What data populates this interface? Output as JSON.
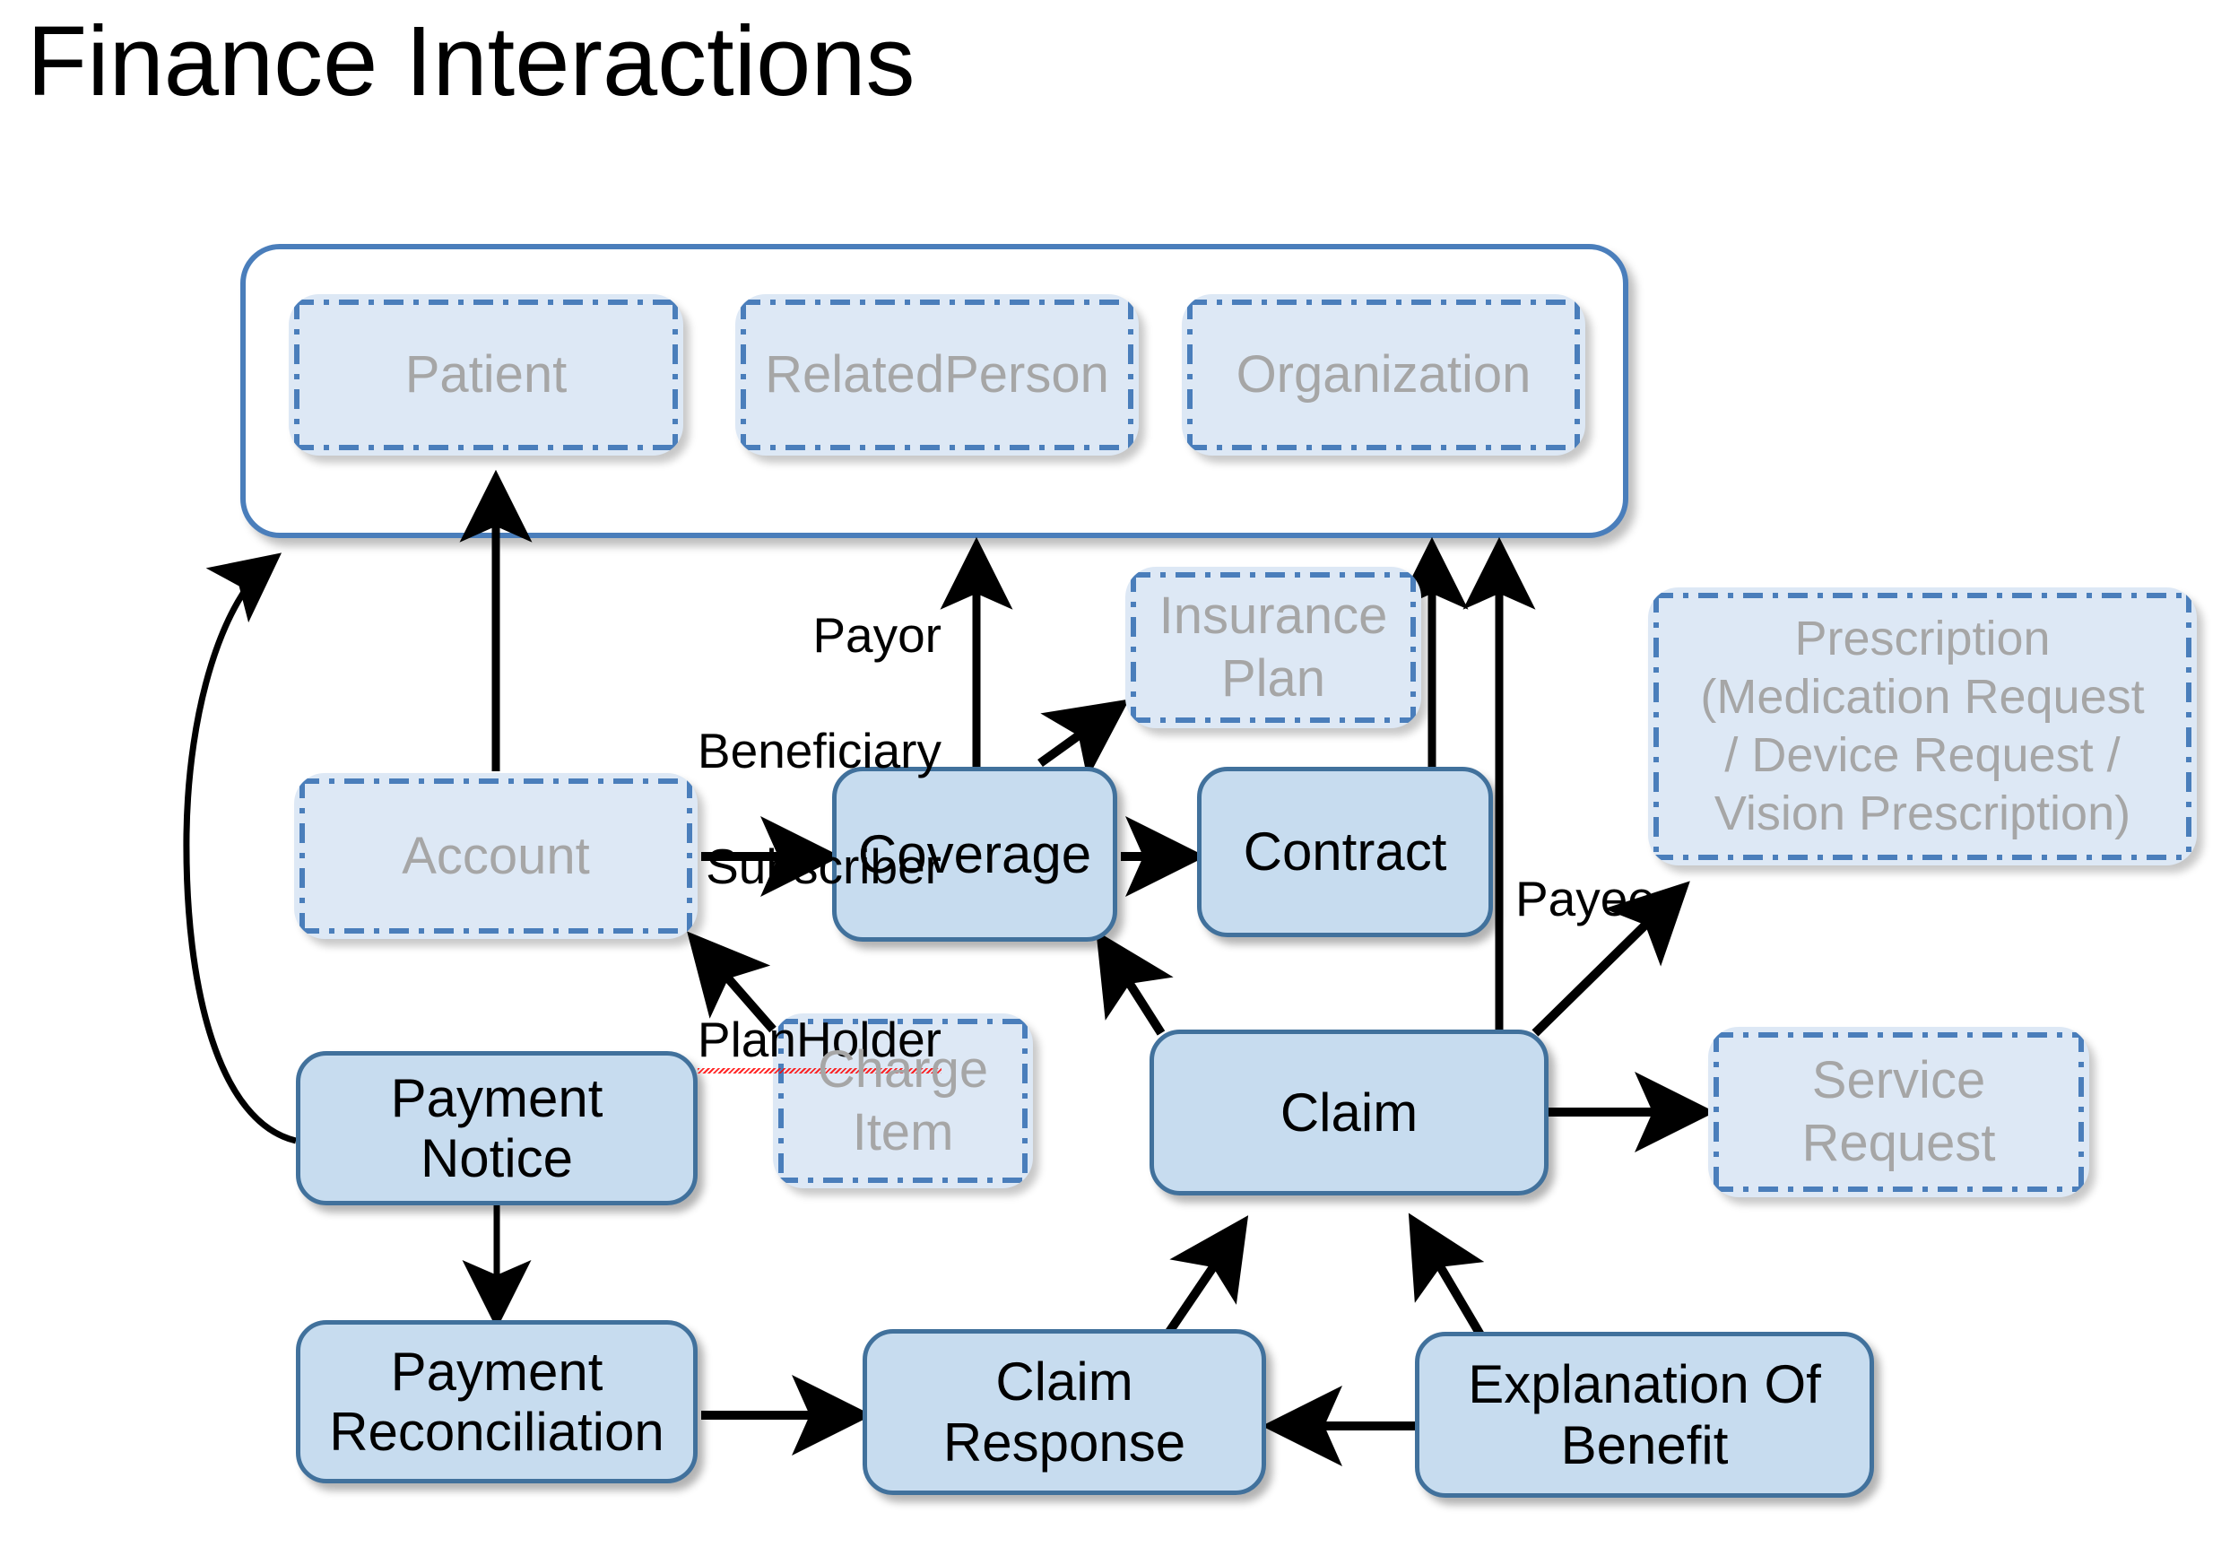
{
  "title": "Finance Interactions",
  "colors": {
    "solid_fill": "#c7dcef",
    "ghost_fill": "#dde8f5",
    "border_blue": "#41719c",
    "ghost_border_blue": "#4a7ebb",
    "ghost_text": "#a6a6a6",
    "solid_text": "#000000",
    "arrow": "#000000",
    "background": "#ffffff"
  },
  "actor_group": {
    "members": [
      {
        "id": "patient",
        "label": "Patient"
      },
      {
        "id": "relatedperson",
        "label": "RelatedPerson"
      },
      {
        "id": "organization",
        "label": "Organization"
      }
    ]
  },
  "nodes": {
    "account": {
      "label": "Account",
      "style": "ghost"
    },
    "coverage": {
      "label": "Coverage",
      "style": "solid"
    },
    "contract": {
      "label": "Contract",
      "style": "solid"
    },
    "insurance_plan": {
      "label": "Insurance\nPlan",
      "style": "ghost"
    },
    "prescription": {
      "label": "Prescription\n(Medication Request\n/ Device Request /\nVision Prescription)",
      "style": "ghost"
    },
    "charge_item": {
      "label": "Charge\nItem",
      "style": "ghost"
    },
    "claim": {
      "label": "Claim",
      "style": "solid"
    },
    "service_request": {
      "label": "Service\nRequest",
      "style": "ghost"
    },
    "payment_notice": {
      "label": "Payment\nNotice",
      "style": "solid"
    },
    "payment_reconciliation": {
      "label": "Payment\nReconciliation",
      "style": "solid"
    },
    "claim_response": {
      "label": "Claim\nResponse",
      "style": "solid"
    },
    "explanation_of_benefit": {
      "label": "Explanation Of\nBenefit",
      "style": "solid"
    }
  },
  "edge_labels": {
    "coverage_roles": {
      "lines": [
        "Payor",
        "Beneficiary",
        "Subscriber"
      ],
      "misspelled_line": "PlanHolder"
    },
    "payee": "Payee"
  },
  "edges": [
    {
      "from": "account",
      "to": "patient",
      "label": ""
    },
    {
      "from": "account",
      "to": "coverage",
      "label": ""
    },
    {
      "from": "coverage",
      "to": "contract",
      "label": ""
    },
    {
      "from": "coverage",
      "to": "insurance_plan",
      "label": ""
    },
    {
      "from": "coverage",
      "to": "actor-group",
      "label": "Payor Beneficiary Subscriber PlanHolder"
    },
    {
      "from": "contract",
      "to": "actor-group",
      "label": ""
    },
    {
      "from": "claim",
      "to": "actor-group",
      "label": ""
    },
    {
      "from": "claim",
      "to": "coverage",
      "label": ""
    },
    {
      "from": "claim",
      "to": "prescription",
      "label": "Payee"
    },
    {
      "from": "claim",
      "to": "service_request",
      "label": ""
    },
    {
      "from": "charge_item",
      "to": "account",
      "label": ""
    },
    {
      "from": "payment_notice",
      "to": "actor-group",
      "label": ""
    },
    {
      "from": "payment_notice",
      "to": "payment_reconciliation",
      "label": ""
    },
    {
      "from": "payment_reconciliation",
      "to": "claim_response",
      "label": ""
    },
    {
      "from": "claim_response",
      "to": "claim",
      "label": ""
    },
    {
      "from": "explanation_of_benefit",
      "to": "claim_response",
      "label": ""
    },
    {
      "from": "explanation_of_benefit",
      "to": "claim",
      "label": ""
    }
  ]
}
